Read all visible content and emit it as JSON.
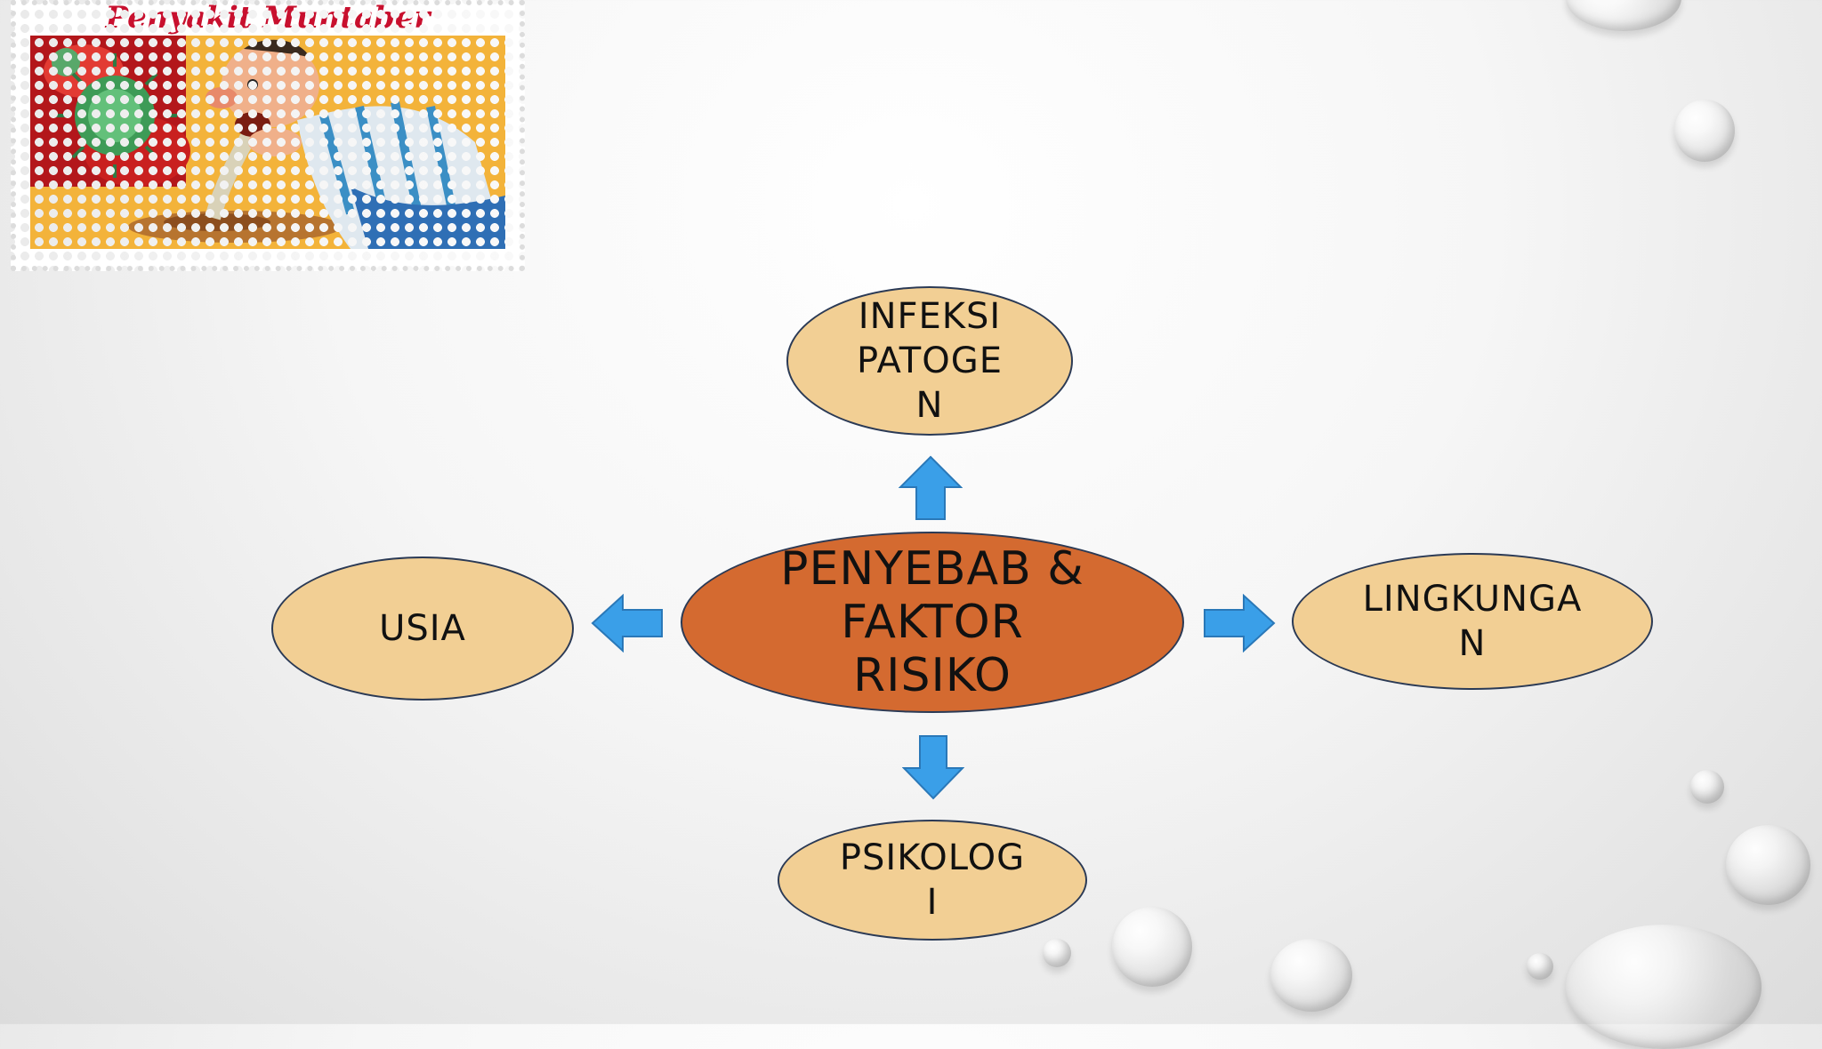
{
  "stamp": {
    "title": "Penyakit Muntaber",
    "picture_icon": "cartoon-vomiting-man-illustration"
  },
  "diagram": {
    "center": {
      "label": "PENYEBAB &\nFAKTOR\nRISIKO"
    },
    "top": {
      "label": "INFEKSI\nPATOGE\nN"
    },
    "left": {
      "label": "USIA"
    },
    "right": {
      "label": "LINGKUNGA\nN"
    },
    "bottom": {
      "label": "PSIKOLOG\nI"
    }
  },
  "colors": {
    "center_fill": "#d46a30",
    "outer_fill": "#f2cf94",
    "outline": "#2b3a55",
    "arrow": "#3a9fe8",
    "stamp_title": "#c8102e"
  }
}
